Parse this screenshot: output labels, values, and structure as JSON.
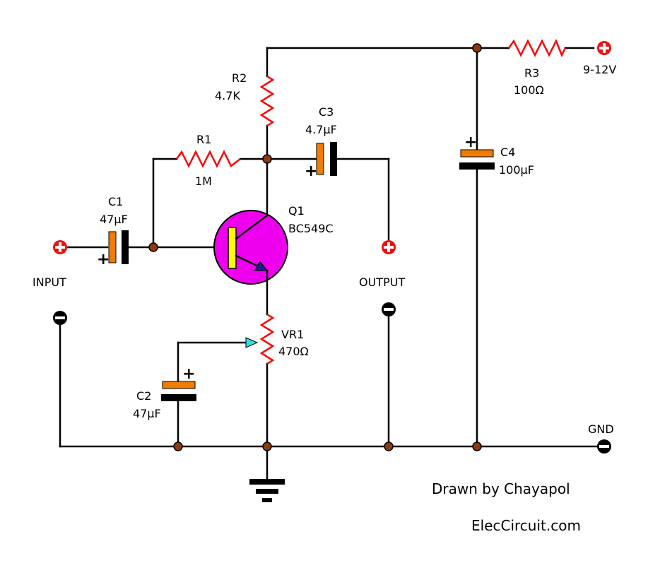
{
  "labels": {
    "r1_name": "R1",
    "r1_value": "1M",
    "r2_name": "R2",
    "r2_value": "4.7K",
    "r3_name": "R3",
    "r3_value": "100Ω",
    "c1_name": "C1",
    "c1_value": "47μF",
    "c2_name": "C2",
    "c2_value": "47μF",
    "c3_name": "C3",
    "c3_value": "4.7μF",
    "c4_name": "C4",
    "c4_value": "100μF",
    "q1_name": "Q1",
    "q1_value": "BC549C",
    "vr1_name": "VR1",
    "vr1_value": "470Ω",
    "input": "INPUT",
    "output": "OUTPUT",
    "supply": "9-12V",
    "gnd": "GND",
    "plus": "+"
  },
  "credits": {
    "drawn_by": "Drawn by Chayapol",
    "site": "ElecCircuit.com"
  },
  "colors": {
    "wire": "#000000",
    "resistor": "#ff0000",
    "cap_positive_plate": "#f07d00",
    "transistor_body": "#ee00ee",
    "transistor_base": "#ffff00",
    "junction": "#8b3a0e",
    "terminal_positive": "#ee1111",
    "pot_wiper": "#33dddd"
  },
  "icons": {
    "positive_terminal": "plus-circle-icon",
    "negative_terminal": "minus-circle-icon",
    "ground": "ground-symbol-icon"
  }
}
